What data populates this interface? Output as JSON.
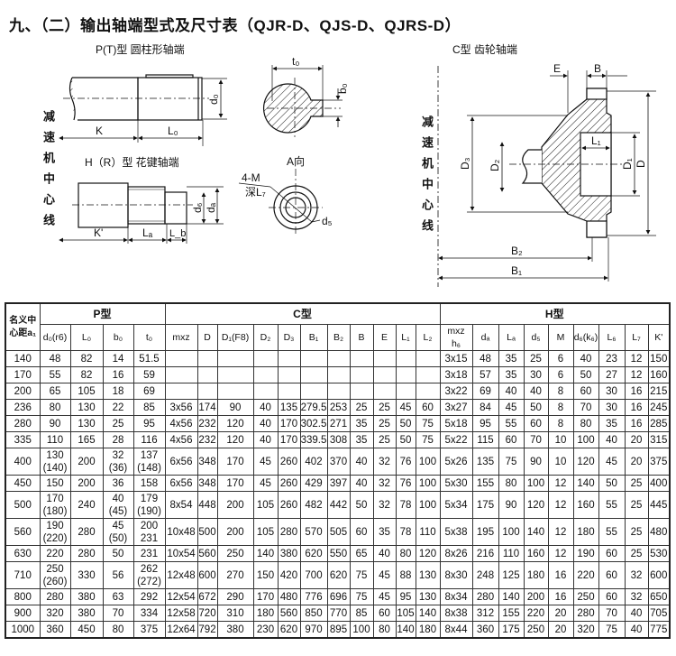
{
  "title": "九、（二）输出轴端型式及尺寸表（QJR-D、QJS-D、QJRS-D）",
  "drawing": {
    "p_type_label": "P(T)型 圆柱形轴端",
    "h_type_label": "H（R）型 花键轴端",
    "c_type_label": "C型  齿轮轴端",
    "a_view_label": "A向",
    "center_line_label": "减速机中心线",
    "dims": {
      "K": "K",
      "L0": "L₀",
      "d0": "d₀",
      "t0": "t₀",
      "b0": "b₀",
      "Kp": "K'",
      "La": "Lₐ",
      "Lb": "L_b",
      "d6": "d₆",
      "da": "dₐ",
      "M": "4-M",
      "L7": "深L₇",
      "d5": "d₅",
      "E": "E",
      "B": "B",
      "L1": "L₁",
      "D3": "D₃",
      "D2": "D₂",
      "D1": "D₁",
      "D": "D",
      "B2": "B₂",
      "B1": "B₁"
    }
  },
  "table": {
    "group_headers": {
      "a1": "名义中\n心距a₁",
      "p": "P型",
      "c": "C型",
      "h": "H型"
    },
    "columns": [
      "d₀(r6)",
      "L₀",
      "b₀",
      "t₀",
      "mxz",
      "D",
      "D₁(F8)",
      "D₂",
      "D₃",
      "B₁",
      "B₂",
      "B",
      "E",
      "L₁",
      "L₂",
      "mxz\nh₆",
      "dₐ",
      "Lₐ",
      "d₅",
      "M",
      "d₆(k₆)",
      "L₆",
      "L₇",
      "K'"
    ],
    "rows": [
      [
        "140",
        "48",
        "82",
        "14",
        "51.5",
        "",
        "",
        "",
        "",
        "",
        "",
        "",
        "",
        "",
        "",
        "",
        "3x15",
        "48",
        "35",
        "25",
        "6",
        "40",
        "23",
        "12",
        "150"
      ],
      [
        "170",
        "55",
        "82",
        "16",
        "59",
        "",
        "",
        "",
        "",
        "",
        "",
        "",
        "",
        "",
        "",
        "",
        "3x18",
        "57",
        "35",
        "30",
        "6",
        "50",
        "27",
        "12",
        "160"
      ],
      [
        "200",
        "65",
        "105",
        "18",
        "69",
        "",
        "",
        "",
        "",
        "",
        "",
        "",
        "",
        "",
        "",
        "",
        "3x22",
        "69",
        "40",
        "40",
        "8",
        "60",
        "30",
        "16",
        "215"
      ],
      [
        "236",
        "80",
        "130",
        "22",
        "85",
        "3x56",
        "174",
        "90",
        "40",
        "135",
        "279.5",
        "253",
        "25",
        "25",
        "45",
        "60",
        "3x27",
        "84",
        "45",
        "50",
        "8",
        "70",
        "30",
        "16",
        "245"
      ],
      [
        "280",
        "90",
        "130",
        "25",
        "95",
        "4x56",
        "232",
        "120",
        "40",
        "170",
        "302.5",
        "271",
        "35",
        "25",
        "50",
        "75",
        "5x18",
        "95",
        "55",
        "60",
        "8",
        "80",
        "35",
        "16",
        "285"
      ],
      [
        "335",
        "110",
        "165",
        "28",
        "116",
        "4x56",
        "232",
        "120",
        "40",
        "170",
        "339.5",
        "308",
        "35",
        "25",
        "50",
        "75",
        "5x22",
        "115",
        "60",
        "70",
        "10",
        "100",
        "40",
        "20",
        "315"
      ],
      [
        "400",
        "130\n(140)",
        "200",
        "32\n(36)",
        "137\n(148)",
        "6x56",
        "348",
        "170",
        "45",
        "260",
        "402",
        "370",
        "40",
        "32",
        "76",
        "100",
        "5x26",
        "135",
        "75",
        "90",
        "10",
        "120",
        "45",
        "20",
        "375"
      ],
      [
        "450",
        "150",
        "200",
        "36",
        "158",
        "6x56",
        "348",
        "170",
        "45",
        "260",
        "429",
        "397",
        "40",
        "32",
        "76",
        "100",
        "5x30",
        "155",
        "80",
        "100",
        "12",
        "140",
        "50",
        "25",
        "400"
      ],
      [
        "500",
        "170\n(180)",
        "240",
        "40\n(45)",
        "179\n(190)",
        "8x54",
        "448",
        "200",
        "105",
        "260",
        "482",
        "442",
        "50",
        "32",
        "78",
        "100",
        "5x34",
        "175",
        "90",
        "120",
        "12",
        "160",
        "55",
        "25",
        "445"
      ],
      [
        "560",
        "190\n(220)",
        "280",
        "45\n(50)",
        "200\n231",
        "10x48",
        "500",
        "200",
        "105",
        "280",
        "570",
        "505",
        "60",
        "35",
        "78",
        "110",
        "5x38",
        "195",
        "100",
        "140",
        "12",
        "180",
        "55",
        "25",
        "480"
      ],
      [
        "630",
        "220",
        "280",
        "50",
        "231",
        "10x54",
        "560",
        "250",
        "140",
        "380",
        "620",
        "550",
        "65",
        "40",
        "80",
        "120",
        "8x26",
        "216",
        "110",
        "160",
        "12",
        "190",
        "60",
        "25",
        "530"
      ],
      [
        "710",
        "250\n(260)",
        "330",
        "56",
        "262\n(272)",
        "12x48",
        "600",
        "270",
        "150",
        "420",
        "700",
        "620",
        "75",
        "45",
        "88",
        "130",
        "8x30",
        "248",
        "125",
        "180",
        "16",
        "220",
        "60",
        "32",
        "600"
      ],
      [
        "800",
        "280",
        "380",
        "63",
        "292",
        "12x54",
        "672",
        "290",
        "170",
        "480",
        "776",
        "696",
        "75",
        "45",
        "95",
        "130",
        "8x34",
        "280",
        "140",
        "200",
        "16",
        "250",
        "60",
        "32",
        "650"
      ],
      [
        "900",
        "320",
        "380",
        "70",
        "334",
        "12x58",
        "720",
        "310",
        "180",
        "560",
        "850",
        "770",
        "85",
        "60",
        "105",
        "140",
        "8x38",
        "312",
        "155",
        "220",
        "20",
        "280",
        "70",
        "40",
        "705"
      ],
      [
        "1000",
        "360",
        "450",
        "80",
        "375",
        "12x64",
        "792",
        "380",
        "230",
        "620",
        "970",
        "895",
        "100",
        "80",
        "140",
        "180",
        "8x44",
        "360",
        "175",
        "250",
        "20",
        "320",
        "75",
        "40",
        "775"
      ]
    ]
  }
}
